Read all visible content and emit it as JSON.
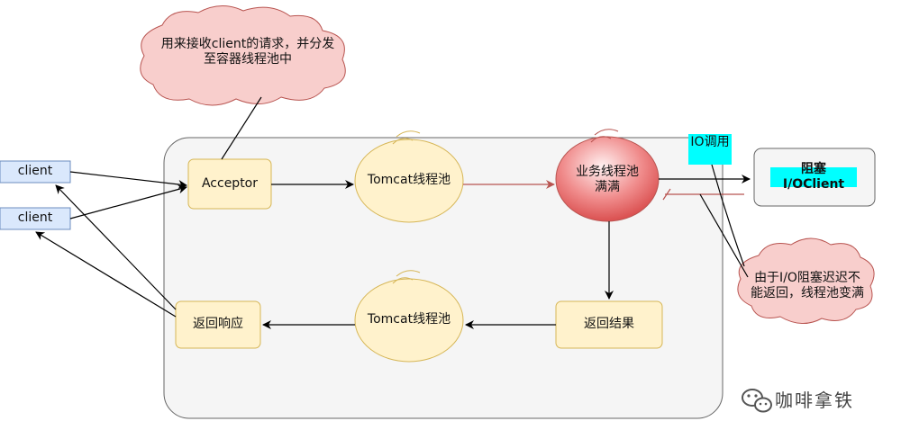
{
  "nodes": {
    "client_top": "client",
    "client_bottom": "client",
    "acceptor": "Acceptor",
    "tomcat_pool_top": "Tomcat线程池",
    "business_pool_line1": "业务线程池",
    "business_pool_line2": "满满",
    "blocked_client": "阻塞I/OClient",
    "return_result": "返回结果",
    "tomcat_pool_bottom": "Tomcat线程池",
    "return_response": "返回响应"
  },
  "labels": {
    "io_call": "IO调用"
  },
  "callouts": {
    "acceptor_note": "用来接收client的请求，并分发至容器线程池中",
    "blocking_note": "由于I/O阻塞迟迟不能返回，线程池变满"
  },
  "watermark": {
    "text": "咖啡拿铁",
    "icon": "wechat-icon"
  },
  "colors": {
    "client_fill": "#dae8fc",
    "client_stroke": "#6c8ebf",
    "yellow_fill": "#fff2cc",
    "yellow_stroke": "#d6b656",
    "red_fill": "#f8cecc",
    "red_stroke": "#b85450",
    "container_fill": "#f5f5f5",
    "highlight": "#00ffff",
    "red_arrow": "#b85450"
  }
}
